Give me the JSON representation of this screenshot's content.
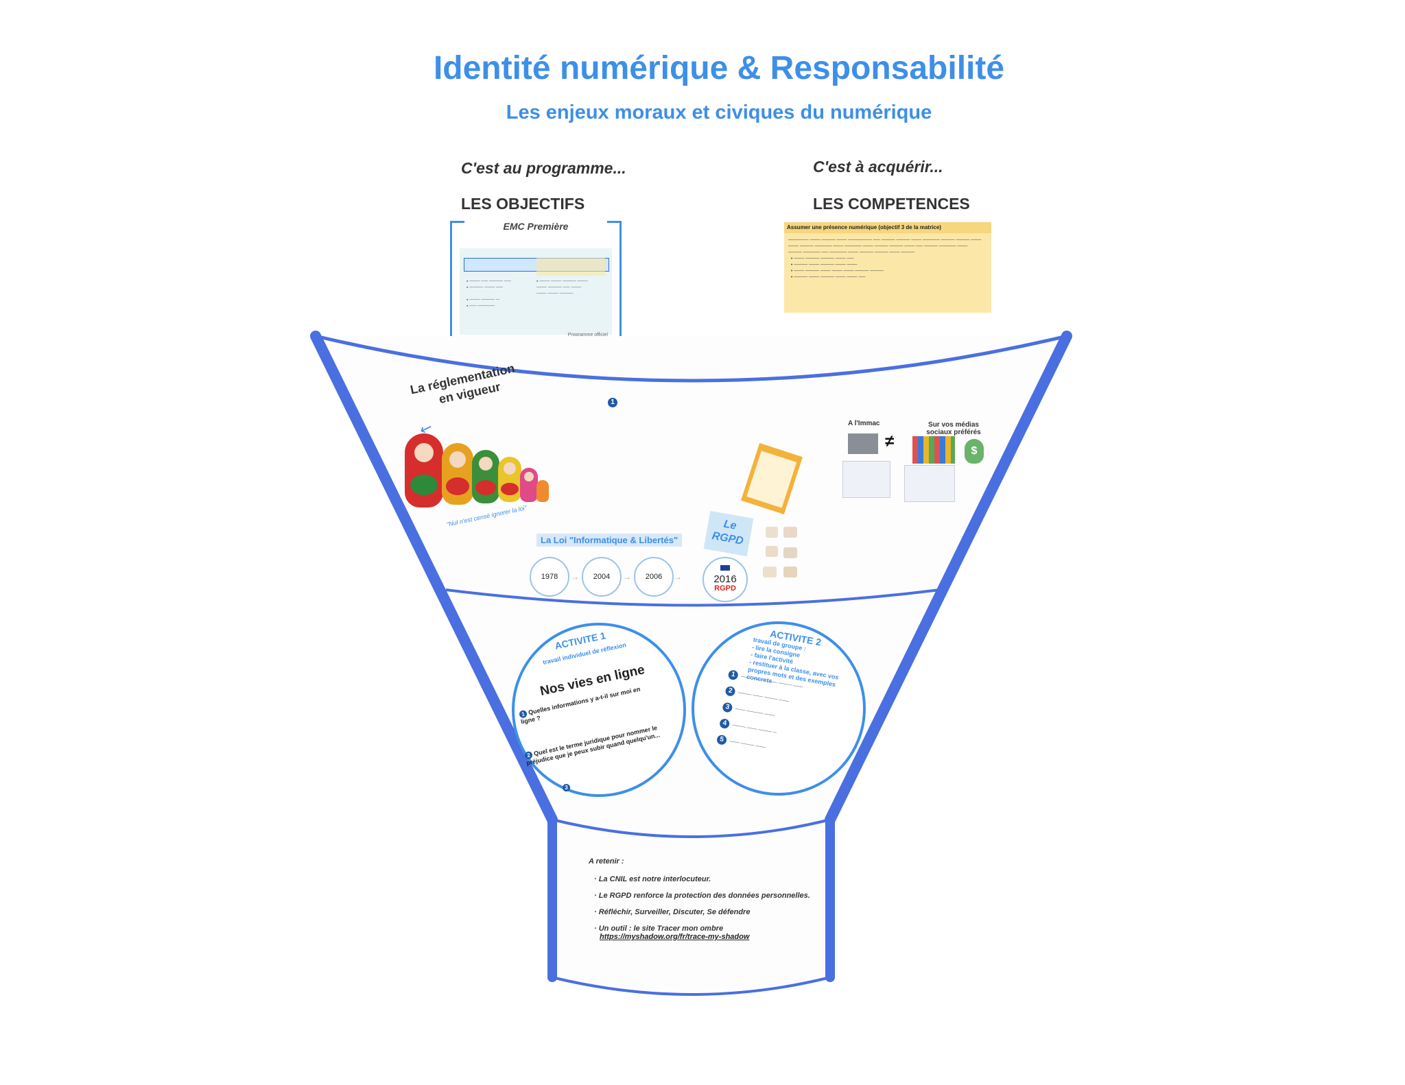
{
  "title": "Identité numérique & Responsabilité",
  "subtitle": "Les enjeux moraux et civiques du numérique",
  "objectifs": {
    "lead": "C'est au programme...",
    "heading": "LES OBJECTIFS",
    "card_title": "EMC Première",
    "card_caption": "Programme officiel"
  },
  "competences": {
    "lead": "C'est à acquérir...",
    "heading": "LES COMPETENCES",
    "card_title": "Assumer une présence numérique (objectif 3 de la matrice)"
  },
  "reglementation": {
    "title_line1": "La réglementation",
    "title_line2": "en vigueur",
    "quote": "\"Nul n'est censé ignorer la loi\"",
    "loi_label": "La Loi \"Informatique & Libertés\"",
    "years": [
      "1978",
      "2004",
      "2006"
    ],
    "rgpd_sticker": "Le RGPD",
    "rgpd_year": "2016",
    "rgpd_text": "RGPD",
    "step_number": "1"
  },
  "medias": {
    "left_label": "A l'Immac",
    "right_label": "Sur vos médias sociaux préférés",
    "neq": "≠",
    "money": "$"
  },
  "activite1": {
    "title": "ACTIVITE 1",
    "subtitle": "travail individuel de réflexion",
    "heading": "Nos vies en ligne",
    "q1": "Quelles informations y a-t-il sur moi en ligne ?",
    "q2": "Quel est le terme juridique pour nommer le préjudice que je peux subir quand quelqu'un...",
    "nums": [
      "1",
      "2",
      "3"
    ]
  },
  "activite2": {
    "title": "ACTIVITE 2",
    "lines": [
      "travail de groupe :",
      "- lire la consigne",
      "- faire l'activité",
      "- restituer à la classe, avec vos propres mots et des exemples concrets"
    ],
    "nums": [
      "1",
      "2",
      "3",
      "4",
      "5"
    ]
  },
  "retenir": {
    "heading": "A retenir :",
    "items": [
      "La CNIL est notre interlocuteur.",
      "Le RGPD renforce la protection des données personnelles.",
      "Réfléchir, Surveiller, Discuter, Se défendre",
      "Un outil : le site Tracer mon ombre"
    ],
    "link": "https://myshadow.org/fr/trace-my-shadow"
  },
  "colors": {
    "accent": "#3d8fe8",
    "funnel": "#4a6fe0"
  }
}
